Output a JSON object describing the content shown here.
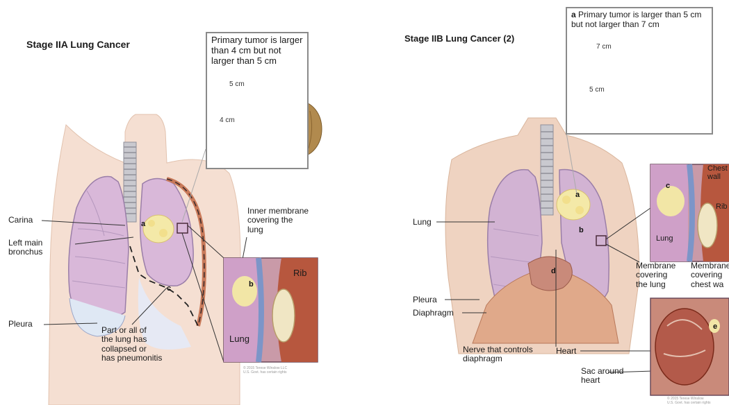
{
  "left": {
    "title": "Stage IIA Lung Cancer",
    "callout": "Primary tumor is larger than 4 cm but not larger than 5 cm",
    "size_outer": "5 cm",
    "size_inner": "4 cm",
    "labels": {
      "carina": "Carina",
      "left_main_bronchus": "Left main\nbronchus",
      "pleura": "Pleura",
      "inner_membrane": "Inner membrane\ncovering the\nlung",
      "collapsed": "Part or all of\nthe lung has\ncollapsed or\nhas pneumonitis",
      "rib": "Rib",
      "lung": "Lung"
    },
    "letters": {
      "a": "a",
      "b": "b",
      "c": "c"
    },
    "copyright": "© 2015 Terese Winslow LLC\nU.S. Govt. has certain rights"
  },
  "right": {
    "title": "Stage IIB Lung Cancer (2)",
    "callout_letter": "a",
    "callout": "Primary tumor is larger than 5 cm but not larger than 7 cm",
    "size_outer": "7 cm",
    "size_inner": "5 cm",
    "labels": {
      "lung": "Lung",
      "pleura": "Pleura",
      "diaphragm": "Diaphragm",
      "nerve": "Nerve that controls\ndiaphragm",
      "heart": "Heart",
      "sac": "Sac around\nheart",
      "membrane_lung": "Membrane\ncovering\nthe lung",
      "membrane_chest": "Membrane\ncovering\nchest wa",
      "chest_wall": "Chest\nwall",
      "rib": "Rib",
      "inset_lung": "Lung"
    },
    "letters": {
      "a": "a",
      "b": "b",
      "c": "c",
      "d": "d",
      "e": "e"
    },
    "copyright": "© 2015 Terese Winslow\nU.S. Govt. has certain rights"
  }
}
